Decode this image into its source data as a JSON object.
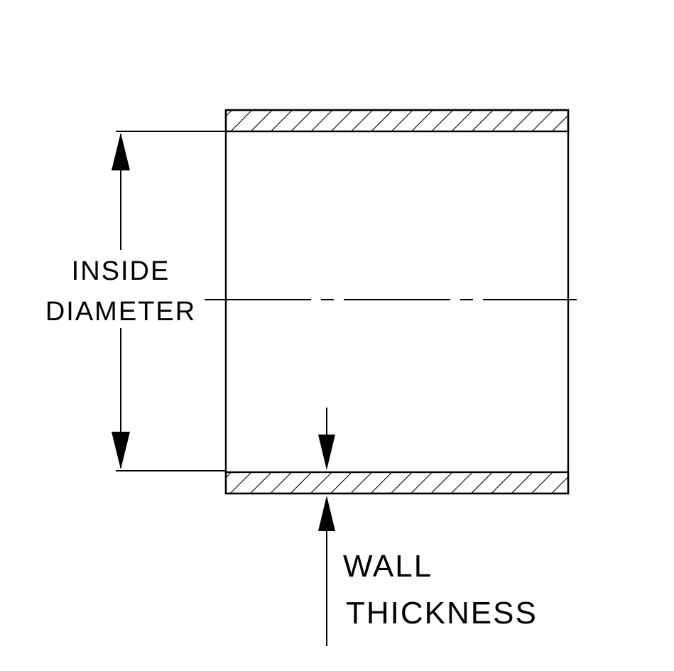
{
  "diagram": {
    "labels": {
      "inside_diameter_line1": "INSIDE",
      "inside_diameter_line2": "DIAMETER",
      "wall_thickness_line1": "WALL",
      "wall_thickness_line2": "THICKNESS"
    },
    "colors": {
      "line": "#000000",
      "text": "#000000",
      "background": "#ffffff"
    }
  }
}
